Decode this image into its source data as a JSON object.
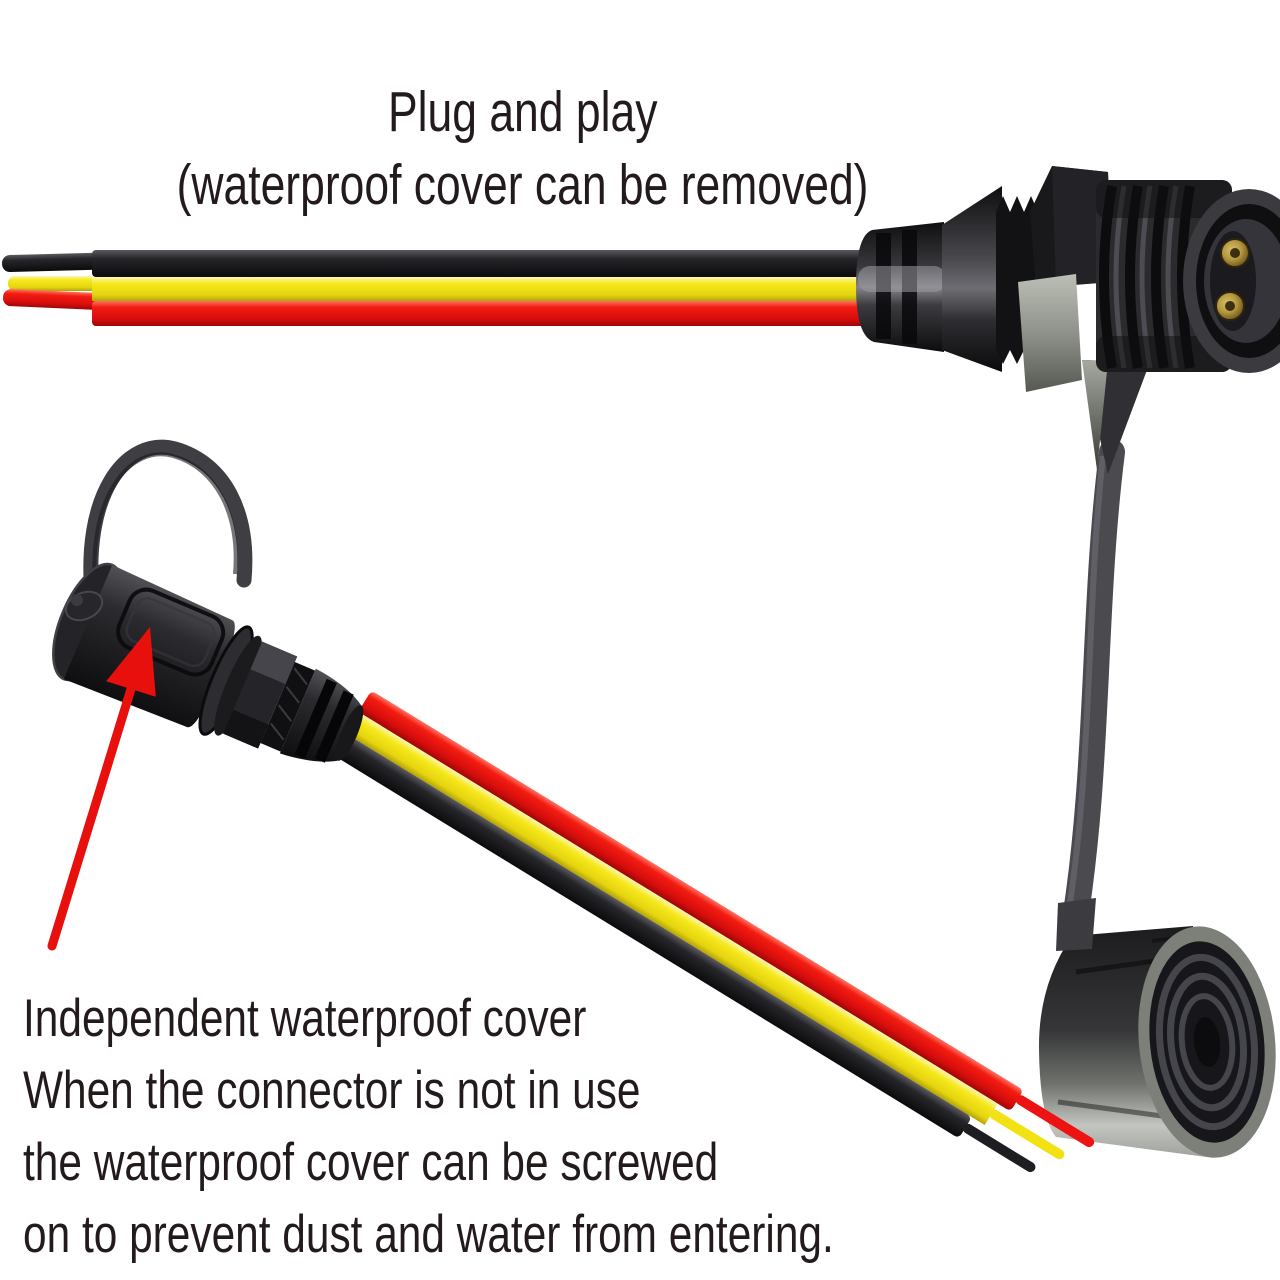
{
  "captions": {
    "top": {
      "line1": "Plug and play",
      "line2": "(waterproof cover can be removed)"
    },
    "bottom": {
      "line1": "Independent waterproof cover",
      "line2": "When the connector is not in use",
      "line3": "the waterproof cover can be screwed",
      "line4": "on to prevent dust and water from entering."
    }
  },
  "colors": {
    "background": "#ffffff",
    "text-color": "#231a1c",
    "arrow-red": "#e8100c",
    "wire-red": "#ee1313",
    "wire-yellow": "#f2e113",
    "wire-black": "#1e1e22",
    "strap-gray": "#4a4a4f",
    "metal-gray": "#9a9d94",
    "pin-gold": "#b5983f",
    "connector-black": "#1a1a1d"
  }
}
